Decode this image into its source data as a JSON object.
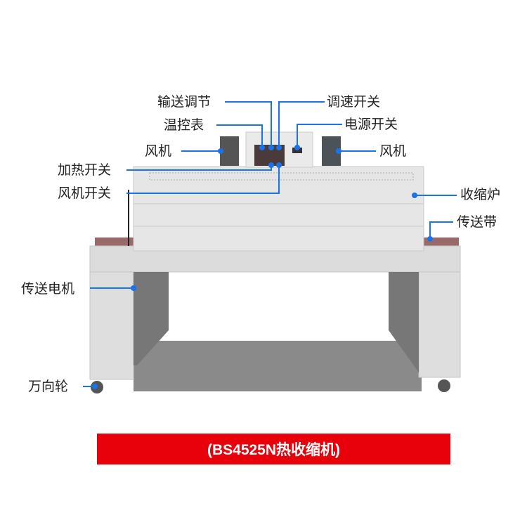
{
  "labels": {
    "conveyor_adjust": "输送调节",
    "speed_switch": "调速开关",
    "temp_controller": "温控表",
    "power_switch": "电源开关",
    "fan_left": "风机",
    "fan_right": "风机",
    "heating_switch": "加热开关",
    "fan_switch": "风机开关",
    "shrink_furnace": "收缩炉",
    "conveyor_belt": "传送带",
    "conveyor_motor": "传送电机",
    "caster_wheel": "万向轮"
  },
  "banner": {
    "text": "(BS4525N热收缩机)"
  },
  "colors": {
    "callout": "#1a73e8",
    "banner": "#e8000b",
    "body": "#e4e4e4"
  }
}
